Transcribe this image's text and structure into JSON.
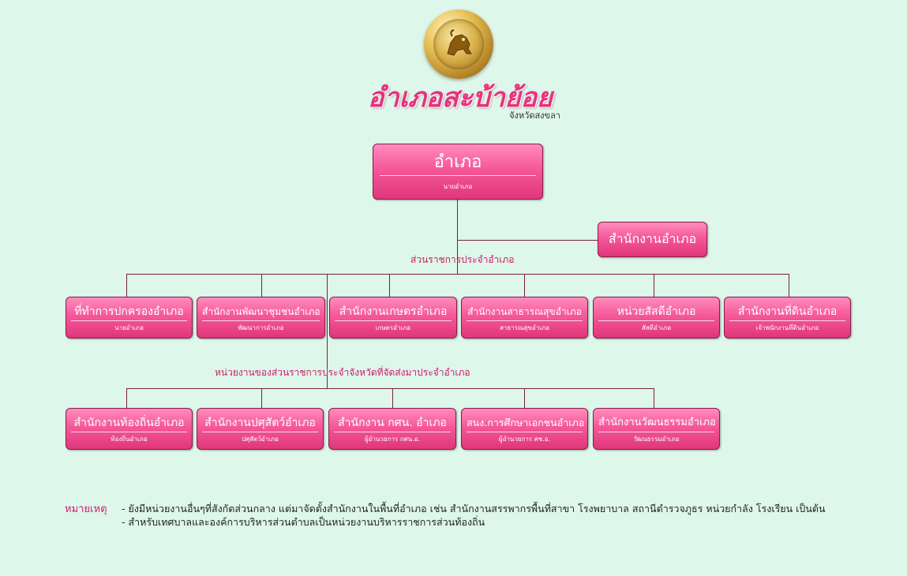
{
  "header": {
    "title": "อำเภอสะบ้าย้อย",
    "subtitle": "จังหวัดสงขลา",
    "logo_icon": "lion-seal-icon"
  },
  "top": {
    "title": "อำเภอ",
    "subtitle": "นายอำเภอ"
  },
  "office": {
    "title": "สำนักงานอำเภอ"
  },
  "groups": {
    "govt_label": "ส่วนราชการประจำอำเภอ",
    "provincial_label": "หน่วยงานของส่วนราชการประจำจังหวัดที่จัดส่งมาประจำอำเภอ"
  },
  "row1": [
    {
      "title": "ที่ทำการปกครองอำเภอ",
      "subtitle": "นายอำเภอ"
    },
    {
      "title": "สำนักงานพัฒนาชุมชนอำเภอ",
      "subtitle": "พัฒนาการอำเภอ"
    },
    {
      "title": "สำนักงานเกษตรอำเภอ",
      "subtitle": "เกษตรอำเภอ"
    },
    {
      "title": "สำนักงานสาธารณสุขอำเภอ",
      "subtitle": "สาธารณสุขอำเภอ"
    },
    {
      "title": "หน่วยสัสดีอำเภอ",
      "subtitle": "สัสดีอำเภอ"
    },
    {
      "title": "สำนักงานที่ดินอำเภอ",
      "subtitle": "เจ้าพนักงานที่ดินอำเภอ"
    }
  ],
  "row2": [
    {
      "title": "สำนักงานท้องถิ่นอำเภอ",
      "subtitle": "ท้องถิ่นอำเภอ"
    },
    {
      "title": "สำนักงานปศุสัตว์อำเภอ",
      "subtitle": "ปศุสัตว์อำเภอ"
    },
    {
      "title": "สำนักงาน กศน. อำเภอ",
      "subtitle": "ผู้อำนวยการ กศน.อ."
    },
    {
      "title": "สนง.การศึกษาเอกชนอำเภอ",
      "subtitle": "ผู้อำนวยการ ศช.อ."
    },
    {
      "title": "สำนักงานวัฒนธรรมอำเภอ",
      "subtitle": "วัฒนธรรมอำเภอ"
    }
  ],
  "notes": {
    "heading": "หมายเหตุ",
    "lines": [
      "- ยังมีหน่วยงานอื่นๆที่สังกัดส่วนกลาง แต่มาจัดตั้งสำนักงานในพื้นที่อำเภอ เช่น สำนักงานสรรพากรพื้นที่สาขา โรงพยาบาล สถานีตำรวจภูธร หน่วยกำลัง โรงเรียน เป็นต้น",
      "- สำหรับเทศบาลและองค์การบริหารส่วนตำบลเป็นหน่วยงานบริหารราชการส่วนท้องถิ่น"
    ]
  },
  "colors": {
    "background": "#ddf7ea",
    "box_pink": "#f55899",
    "accent_text": "#d4196a",
    "connector": "#7a2040"
  }
}
